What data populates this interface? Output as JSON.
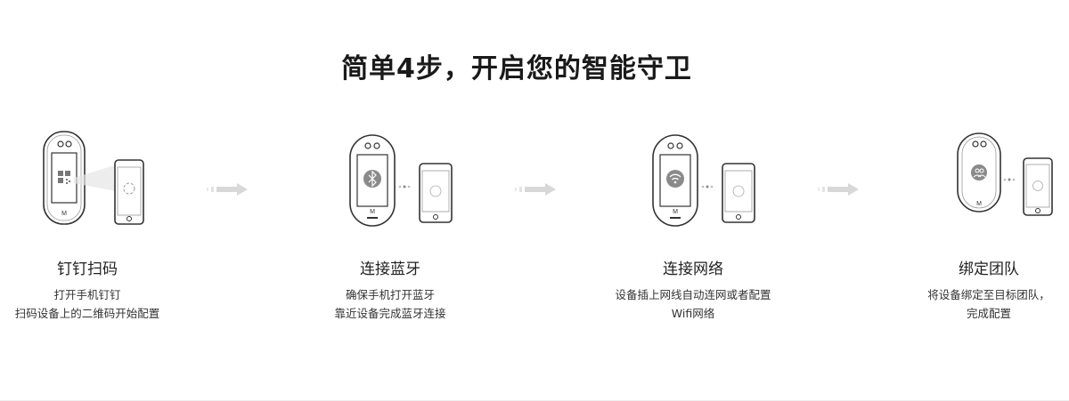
{
  "header": {
    "title": "简单4步，开启您的智能守卫"
  },
  "steps": [
    {
      "title": "钉钉扫码",
      "desc_line1": "打开手机钉钉",
      "desc_line2": "扫码设备上的二维码开始配置"
    },
    {
      "title": "连接蓝牙",
      "desc_line1": "确保手机打开蓝牙",
      "desc_line2": "靠近设备完成蓝牙连接"
    },
    {
      "title": "连接网络",
      "desc_line1": "设备插上网线自动连网或者配置",
      "desc_line2": "Wifi网络"
    },
    {
      "title": "绑定团队",
      "desc_line1": "将设备绑定至目标团队，",
      "desc_line2": "完成配置"
    }
  ],
  "icons": [
    "qr-code-icon",
    "bluetooth-icon",
    "wifi-icon",
    "team-icon",
    "arrow-right-icon"
  ],
  "colors": {
    "line": "#333333",
    "icon_fill": "#8a8a8a",
    "arrow": "#d8d8d8"
  }
}
